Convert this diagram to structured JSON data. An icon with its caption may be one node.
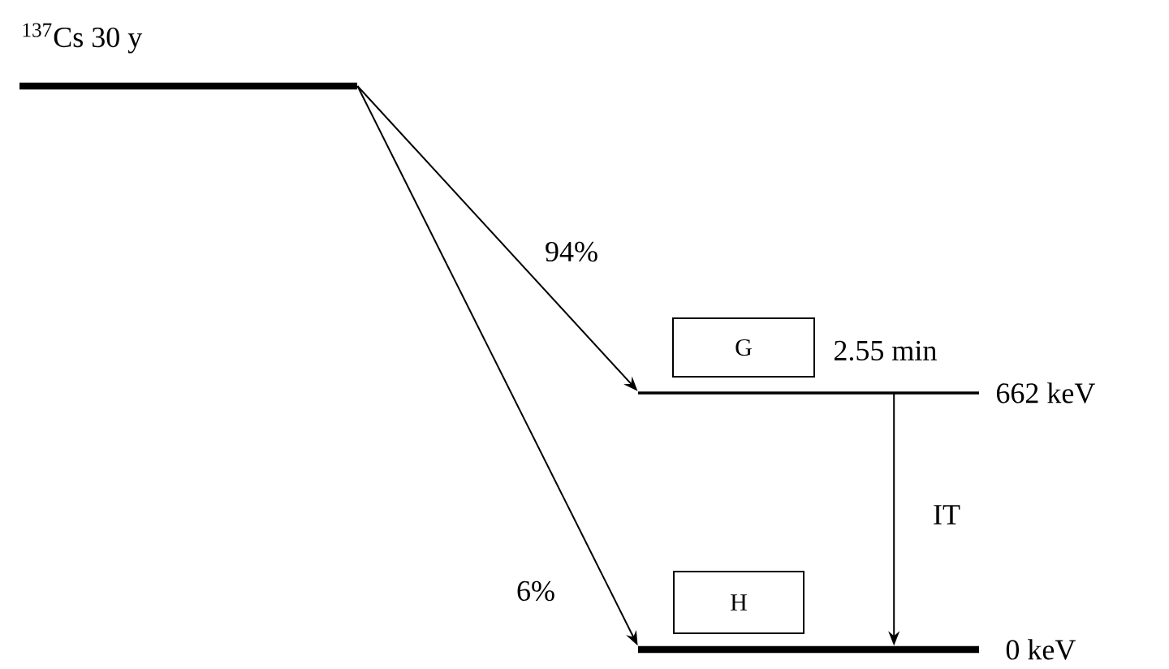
{
  "diagram": {
    "nodes": [
      {
        "text": [
          "$^{137}$Cs 30 y"
        ]
      },
      {
        "text": [],
        "shape": "bar",
        "beside": [
          "2.55 min",
          "662 keV"
        ]
      },
      {
        "text": [],
        "shape": "bar",
        "beside": [
          "0 keV"
        ]
      },
      {
        "text": [
          "G"
        ]
      },
      {
        "text": [
          "H"
        ]
      }
    ],
    "edges": [
      {
        "from": 0,
        "to": 1,
        "arrow": "to",
        "label": "94%"
      },
      {
        "from": 0,
        "to": 2,
        "arrow": "to",
        "label": "6%"
      },
      {
        "from": 1,
        "to": 2,
        "arrow": "to",
        "label": "IT"
      }
    ]
  }
}
